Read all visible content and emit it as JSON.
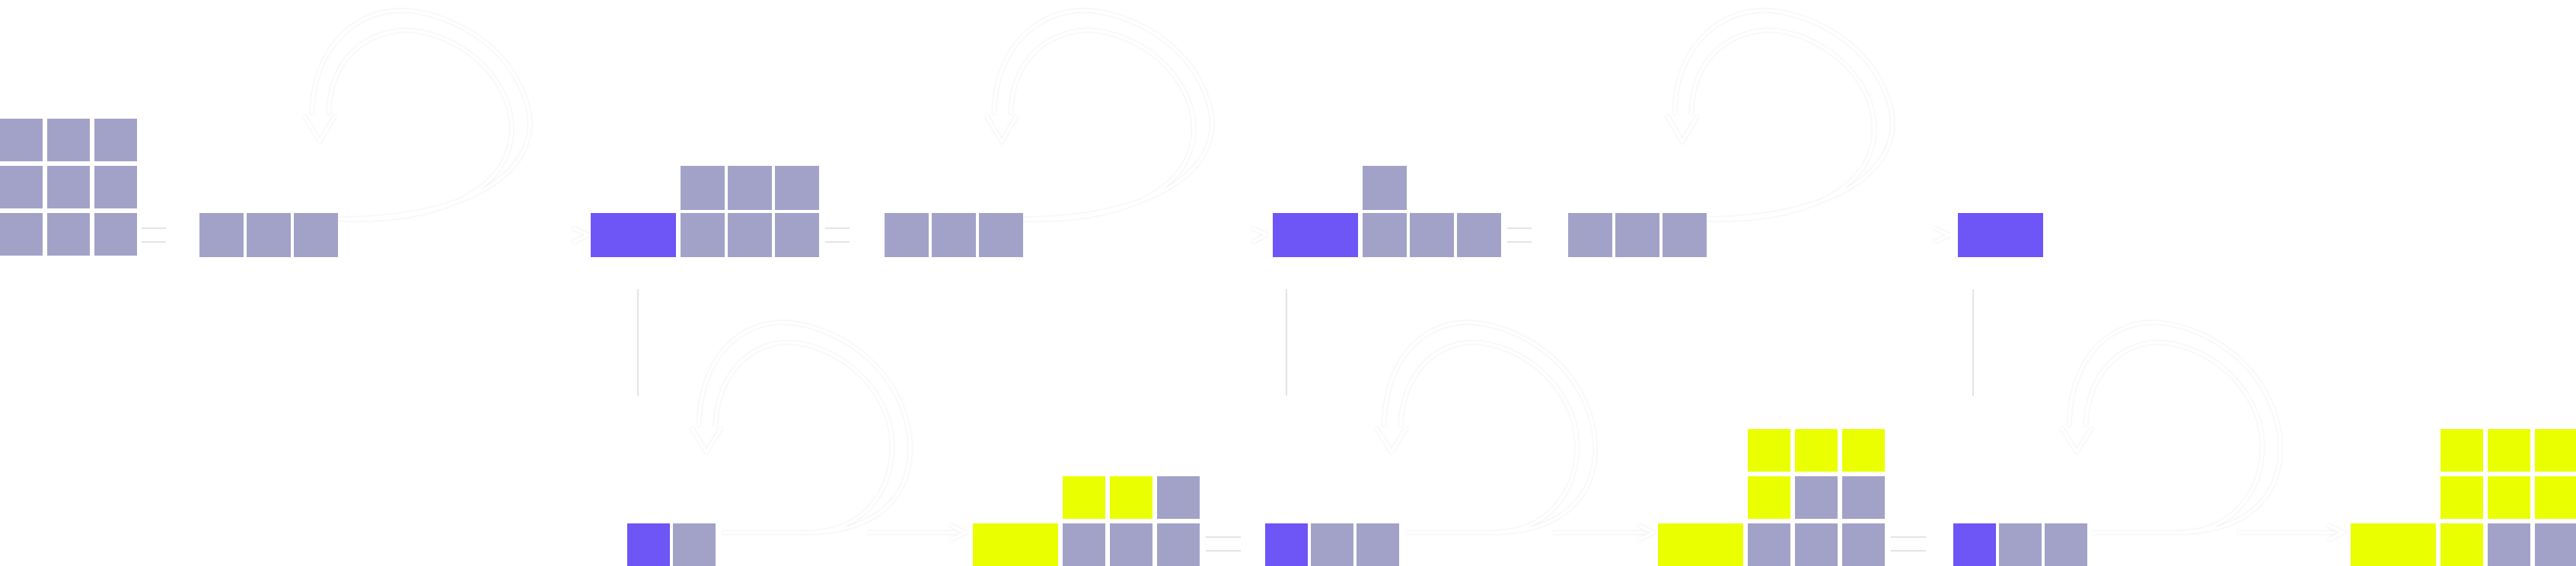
{
  "colors": {
    "background": "#ffffff",
    "grey_block": "#a2a2c8",
    "purple_block": "#6e55f5",
    "yellow_block": "#eaff00",
    "arrow": "#ffffff",
    "arrow_shadow": "#e3e3ea"
  },
  "diagram": {
    "description_groups": [
      "top-row-stage-1",
      "top-row-stage-2",
      "top-row-stage-3",
      "bottom-row-stage-1",
      "bottom-row-stage-2",
      "bottom-row-stage-3"
    ]
  }
}
